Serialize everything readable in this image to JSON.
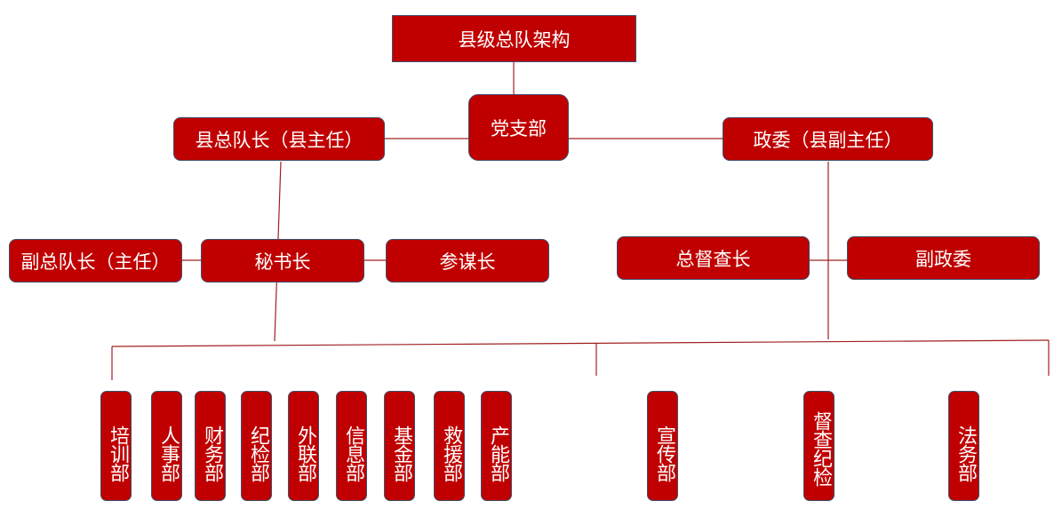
{
  "title": "县级总队架构",
  "party_branch": "党支部",
  "county_captain": "县总队长（县主任）",
  "commissar": "政委（县副主任）",
  "deputy_captain": "副总队长（主任）",
  "secretary_general": "秘书长",
  "chief_of_staff": "参谋长",
  "chief_inspector": "总督查长",
  "deputy_commissar": "副政委",
  "departments_left": [
    "培训部",
    "人事部",
    "财务部",
    "纪检部",
    "外联部",
    "信息部",
    "基金部",
    "救援部",
    "产能部"
  ],
  "departments_right": [
    "宣传部",
    "督查纪检",
    "法务部"
  ],
  "colors": {
    "box_fill": "#c00000",
    "box_border": "#3f4f6a",
    "line": "#a02020",
    "text": "#ffffff"
  }
}
